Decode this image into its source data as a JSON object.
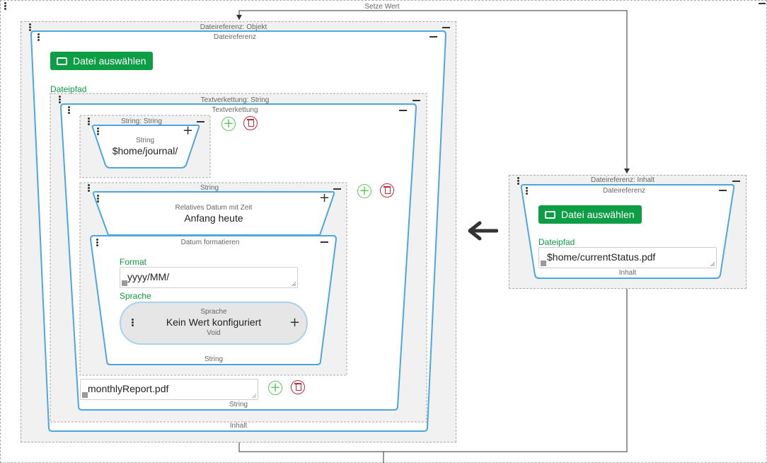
{
  "outer": {
    "caption": "Setze Wert"
  },
  "left_object": {
    "caption": "Dateireferenz: Objekt",
    "block_title": "Dateireferenz",
    "choose_button": "Datei auswählen",
    "path_label": "Dateipfad",
    "bottom_caption": "Inhalt",
    "concat": {
      "caption": "Textverkettung: String",
      "block_title": "Textverkettung",
      "string_slot": {
        "caption": "String: String",
        "block_title": "String",
        "value": "$home/journal/"
      },
      "string_slot2": {
        "caption": "String",
        "relative_date": {
          "title": "Relatives Datum mit Zeit",
          "value": "Anfang heute"
        },
        "format_date": {
          "title": "Datum formatieren",
          "format_label": "Format",
          "format_value": "yyyy/MM/",
          "language_label": "Sprache",
          "language_block": {
            "title": "Sprache",
            "value": "Kein Wert konfiguriert",
            "type": "Void"
          },
          "bottom_caption": "String"
        }
      },
      "text_value": "monthlyReport.pdf",
      "text_caption": "String"
    }
  },
  "right_content": {
    "caption": "Dateireferenz: Inhalt",
    "block_title": "Dateireferenz",
    "choose_button": "Datei auswählen",
    "path_label": "Dateipfad",
    "path_value": "$home/currentStatus.pdf",
    "bottom_caption": "Inhalt"
  },
  "colors": {
    "block_border": "#4aa8de",
    "accent_green": "#0d9d45",
    "delete_red": "#c02a38",
    "add_green": "#5cc85c"
  },
  "icons": {
    "arrow": "arrow-left-icon",
    "folder": "folder-open-icon",
    "add": "plus-circle-icon",
    "delete": "trash-icon",
    "drag": "drag-dots-icon"
  }
}
